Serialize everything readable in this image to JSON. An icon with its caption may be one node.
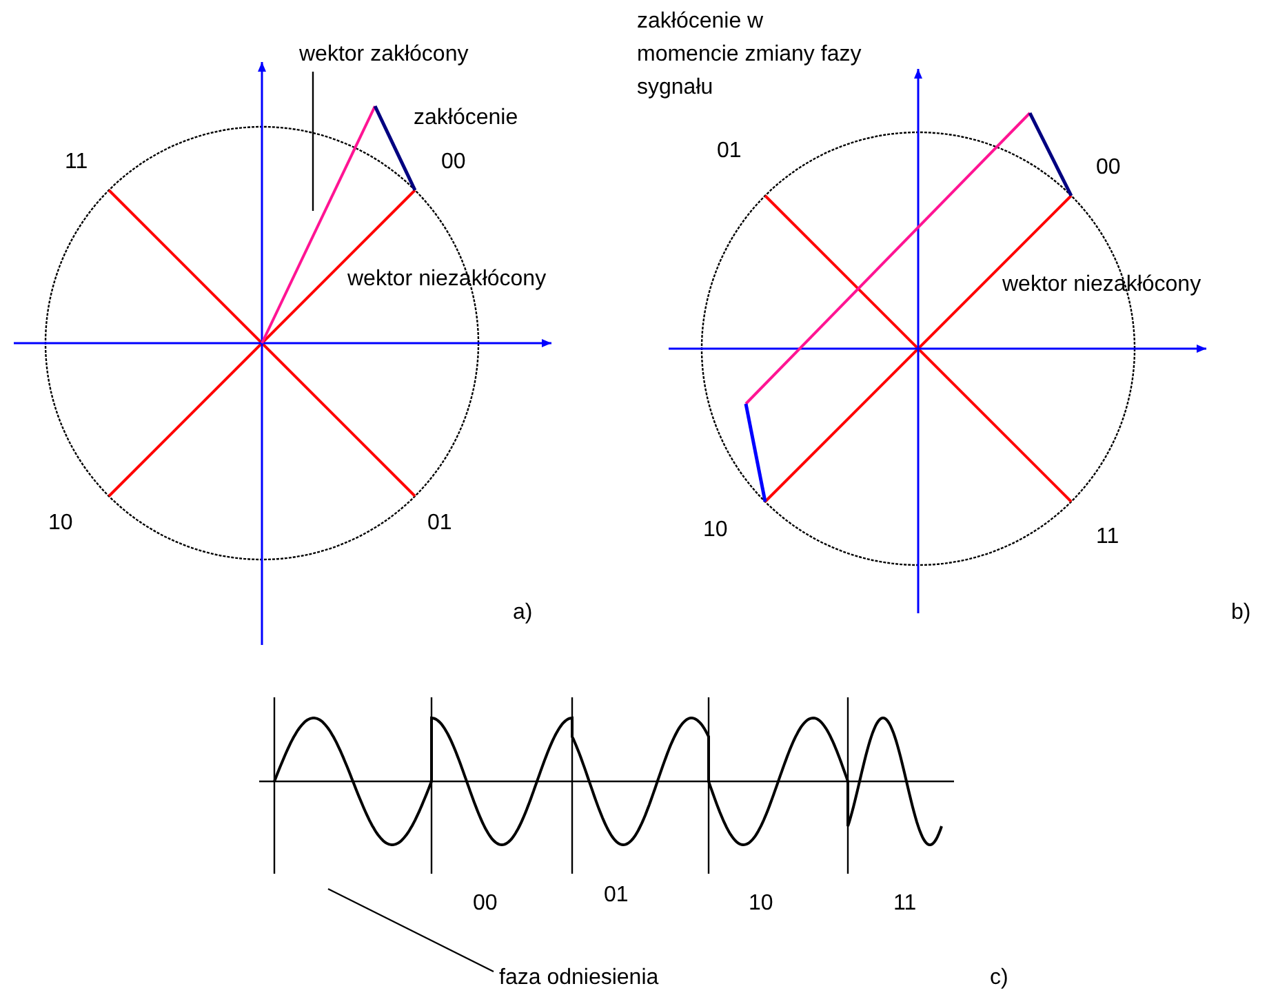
{
  "diagram": {
    "nodes": [
      {
        "text": [
          "wektor zakłócony"
        ]
      },
      {
        "text": [
          "faza odniesienia"
        ]
      }
    ],
    "edges": [
      {
        "from": 0,
        "to": null,
        "arrow": "none"
      },
      {
        "from": 1,
        "to": null,
        "arrow": "none"
      }
    ],
    "labels": [
      "zakłócenie",
      "11",
      "00",
      "wektor niezakłócony",
      "10",
      "01",
      "a)",
      "zakłócenie w momencie zmiany fazy sygnału",
      "01",
      "00",
      "wektor niezakłócony",
      "10",
      "11",
      "b)",
      "00",
      "01",
      "10",
      "11",
      "c)"
    ]
  }
}
